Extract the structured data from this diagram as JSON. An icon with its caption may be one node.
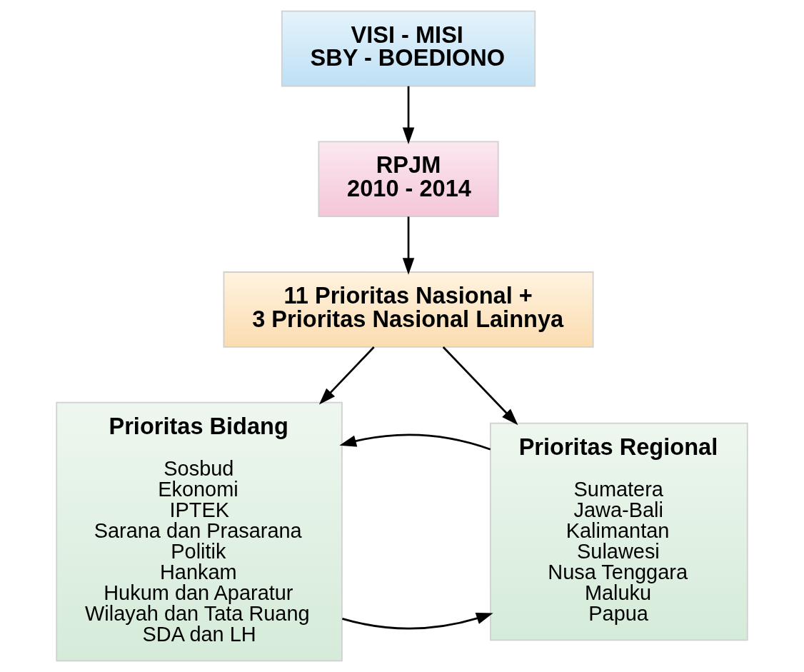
{
  "diagram": {
    "nodes": [
      {
        "text": [
          "VISI - MISI SBY - BOEDIONO"
        ]
      },
      {
        "text": [
          "RPJM 2010 - 2014"
        ]
      },
      {
        "text": [
          "11 Prioritas Nasional + 3 Prioritas Nasional Lainnya"
        ]
      },
      {
        "text": [
          "Prioritas Bidang",
          "Sosbud",
          "Ekonomi",
          "IPTEK",
          "Sarana dan Prasarana",
          "Politik",
          "Hankam",
          "Hukum dan Aparatur",
          "Wilayah dan Tata Ruang",
          "SDA dan LH"
        ]
      },
      {
        "text": [
          "Prioritas Regional",
          "Sumatera",
          "Jawa-Bali",
          "Kalimantan",
          "Sulawesi",
          "Nusa Tenggara",
          "Maluku",
          "Papua"
        ]
      }
    ],
    "edges": [
      {
        "from": 0,
        "to": 1,
        "arrow": "to"
      },
      {
        "from": 1,
        "to": 2,
        "arrow": "to"
      },
      {
        "from": 2,
        "to": 3,
        "arrow": "to"
      },
      {
        "from": 2,
        "to": 4,
        "arrow": "to"
      },
      {
        "from": 3,
        "to": 4,
        "arrow": "to"
      },
      {
        "from": 4,
        "to": 3,
        "arrow": "to"
      }
    ]
  }
}
